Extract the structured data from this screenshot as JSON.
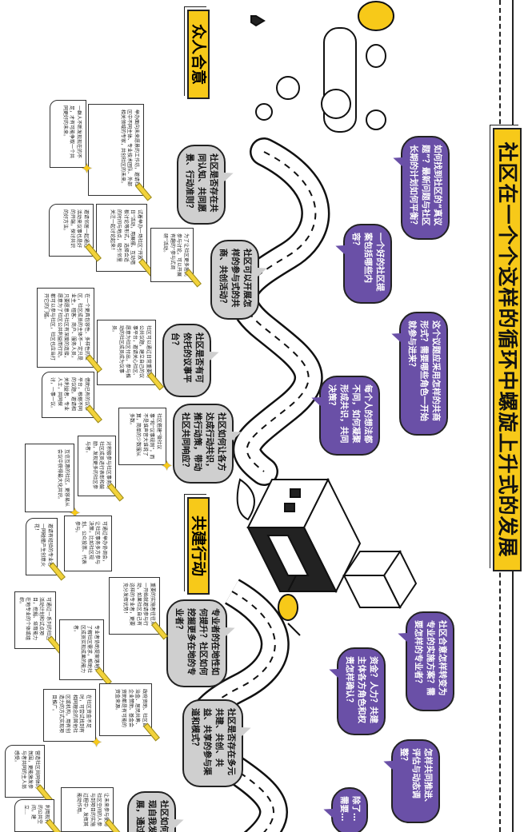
{
  "title": "社区在一个个这样的循环中螺旋上升式的发展",
  "sections": {
    "consensus": "众人合意",
    "co_build": "共建行动"
  },
  "purple_questions": [
    "如何找到社区的“真议题”？最新问题与社区长期的计划如何平衡？",
    "一个好的社区提案包括哪些内容？",
    "这个议题应采用怎样的共商形式？需要哪些角色一开始就参与进来？",
    "每个人的想法都不同，如何凝聚形成共识，共同决策？",
    "社区合意怎样转变为专业的实施方案？需要怎样的专业者？",
    "资金？人力？共建主体各方角色和权责怎样确认？",
    "怎样共同推进、评估与动态调整？",
    "除了…需要…"
  ],
  "gray_questions": [
    "社区是否存在共同认知、共同愿景、行动准则？",
    "社区可以开展怎样的参与式的共商、共创活动？",
    "社区是否有可依托的议事平台？",
    "社区如何让各方达成行动共识，推行动策，带动社区共同响应？",
    "专业者的在地性如何提升？社区如何挖掘更多在地的专业者？",
    "社区是否存在多元共建、共创、共益、共享的参与渠道和模式？",
    "社区如何实现自我发展，通过…"
  ],
  "notes": [
    "举办面向未来愿景的工作坊，邀请社区中不同主体、专业技术团队、外部相关领域的专家，共创社区的未来。",
    "一群人不断发现现在的不足，才有可能争取一个共同更好的未来。",
    "试着举办一场社区“开放日”活动，用展摆、互动墙板讨论等形式，选择合适的时间与地点，吸引邻里关注一起讨论起来！",
    "邀请邻居一起通过活动来议事也是好的开端，探讨共识的好方法。",
    "为了让社区更多居民参与讨论，可以开展有趣的“参与式调研”活动。",
    "社区可以通过日常重要的公共议题，建立自己的议事平台，邀请关心社区、愿意为社区付出，参与推动的社区成员成为议事员。",
    "在一个更具包容性、多样性的社区，社区成员的主体不一定只是业主，租客、商户、服务人员，只要愿意与社区有深度的连接，愿意为了社区公共利益而行动，都可以参与社区，社区也应当打开它的门槛。",
    "借助已有的议事平台，根据不同的议题，邀请相关利益者、专业人士，共同探讨，一事一议。",
    "社区搭建“微社议事”和“议事规则”，而不是谁声音大谁说了算，简单的少数服从多数。",
    "对积极参与社区事务的社区成员进行表彰和鼓励，发现更多的社区参与者。",
    "互信互惠的社区，更容易从会议中获得最大化共识。",
    "可通过举办协调会，让社区事务多方参与决策，比如社区规划、公众投票、代表参与。",
    "邀请有经验的专业者一同碰撞产生创意火花！",
    "重要的实施者往往从一开始就邀请参与行动，如果社区自己有这样的专业者，更要充分发挥优势！",
    "可通过一系列的社区活动计划和试点项目，挖掘、培育能力在地专业的个体或组织。",
    "专业者协助提案落地，了解社区需求，帮助社区成员实现成果的能力者。",
    "政府资助、社区自治金、居民共筹、企业赞助、基金会资助都是有可能的资金来源。",
    "在社区资金不足时，可尝试找到有相同理念的其他社区或机构，用有创造力的方式实现项目推广。",
    "营造社区共同体的氛围，更能激发参与者共同的主人翁感受。",
    "让未来参与使用社区空间的人参与到项目的实施过程中，发挥其能动作用。",
    "利用现有的公共空间，建立…"
  ],
  "colors": {
    "accent_yellow": "#f7c919",
    "purple": "#6a50a7",
    "gray": "#cfcfcf"
  }
}
